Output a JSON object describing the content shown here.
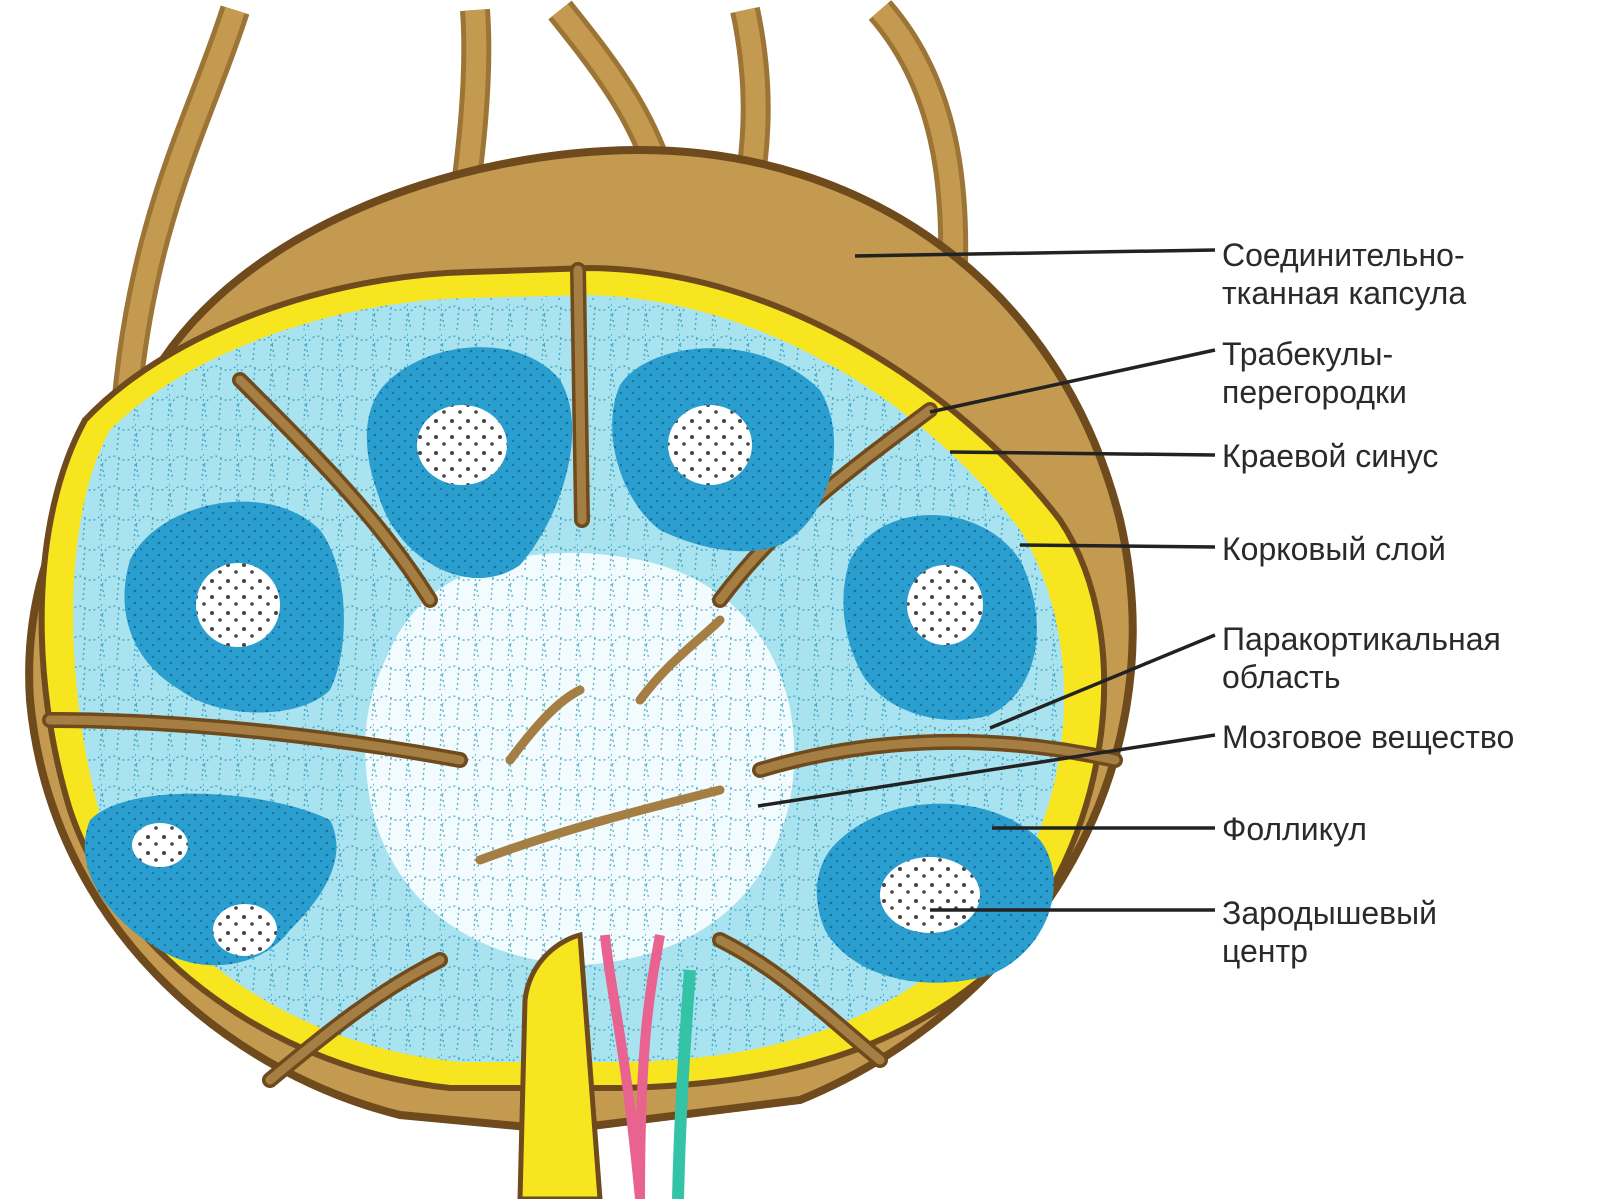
{
  "colors": {
    "capsule": "#c39a4f",
    "capsule_dark": "#6e4a1c",
    "trabecula": "#8f6a35",
    "sinus_yellow": "#f6e51f",
    "cortex_light": "#a9e3ef",
    "follicle_blue": "#2a9fcf",
    "germinal_center": "#ffffff",
    "medulla": "#f2fbfd",
    "artery": "#e8638f",
    "vein": "#34c3a6",
    "leader_line": "#222222"
  },
  "labels": {
    "capsule": {
      "line1": "Соединительно-",
      "line2": "тканная капсула"
    },
    "trabeculae": {
      "line1": "Трабекулы-",
      "line2": "перегородки"
    },
    "marginal_sinus": {
      "line1": "Краевой синус"
    },
    "cortex": {
      "line1": "Корковый слой"
    },
    "paracortex": {
      "line1": "Паракортикальная",
      "line2": "область"
    },
    "medulla": {
      "line1": "Мозговое вещество"
    },
    "follicle": {
      "line1": "Фолликул"
    },
    "germinal_center": {
      "line1": "Зародышевый",
      "line2": "центр"
    }
  }
}
